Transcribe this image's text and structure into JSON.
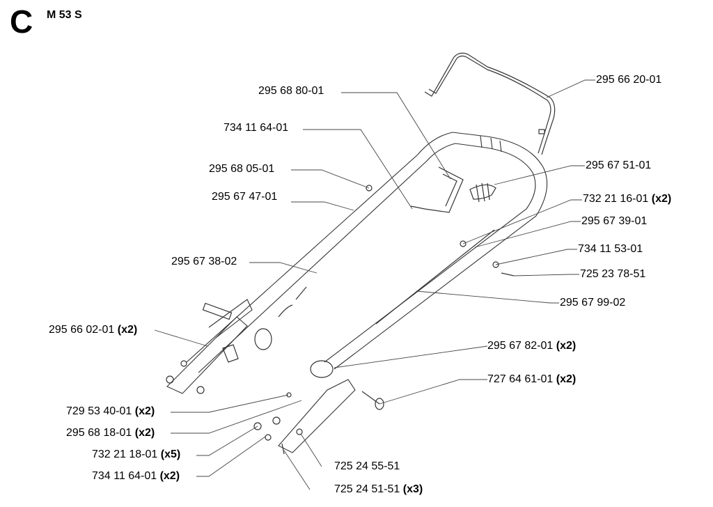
{
  "header": {
    "section": "C",
    "model": "M 53 S"
  },
  "callouts": [
    {
      "part": "295 68 80-01",
      "qty": ""
    },
    {
      "part": "734 11 64-01",
      "qty": ""
    },
    {
      "part": "295 68 05-01",
      "qty": ""
    },
    {
      "part": "295 67 47-01",
      "qty": ""
    },
    {
      "part": "295 67 38-02",
      "qty": ""
    },
    {
      "part": "295 66 02-01",
      "qty": "(x2)"
    },
    {
      "part": "729 53 40-01",
      "qty": "(x2)"
    },
    {
      "part": "295 68 18-01",
      "qty": "(x2)"
    },
    {
      "part": "732 21 18-01",
      "qty": "(x5)"
    },
    {
      "part": "734 11 64-01",
      "qty": "(x2)"
    },
    {
      "part": "725 24 55-51",
      "qty": ""
    },
    {
      "part": "725 24 51-51",
      "qty": "(x3)"
    },
    {
      "part": "295 66 20-01",
      "qty": ""
    },
    {
      "part": "295 67 51-01",
      "qty": ""
    },
    {
      "part": "732 21 16-01",
      "qty": "(x2)"
    },
    {
      "part": "295 67 39-01",
      "qty": ""
    },
    {
      "part": "734 11 53-01",
      "qty": ""
    },
    {
      "part": "725 23 78-51",
      "qty": ""
    },
    {
      "part": "295 67 99-02",
      "qty": ""
    },
    {
      "part": "295 67 82-01",
      "qty": "(x2)"
    },
    {
      "part": "727 64 61-01",
      "qty": "(x2)"
    }
  ]
}
